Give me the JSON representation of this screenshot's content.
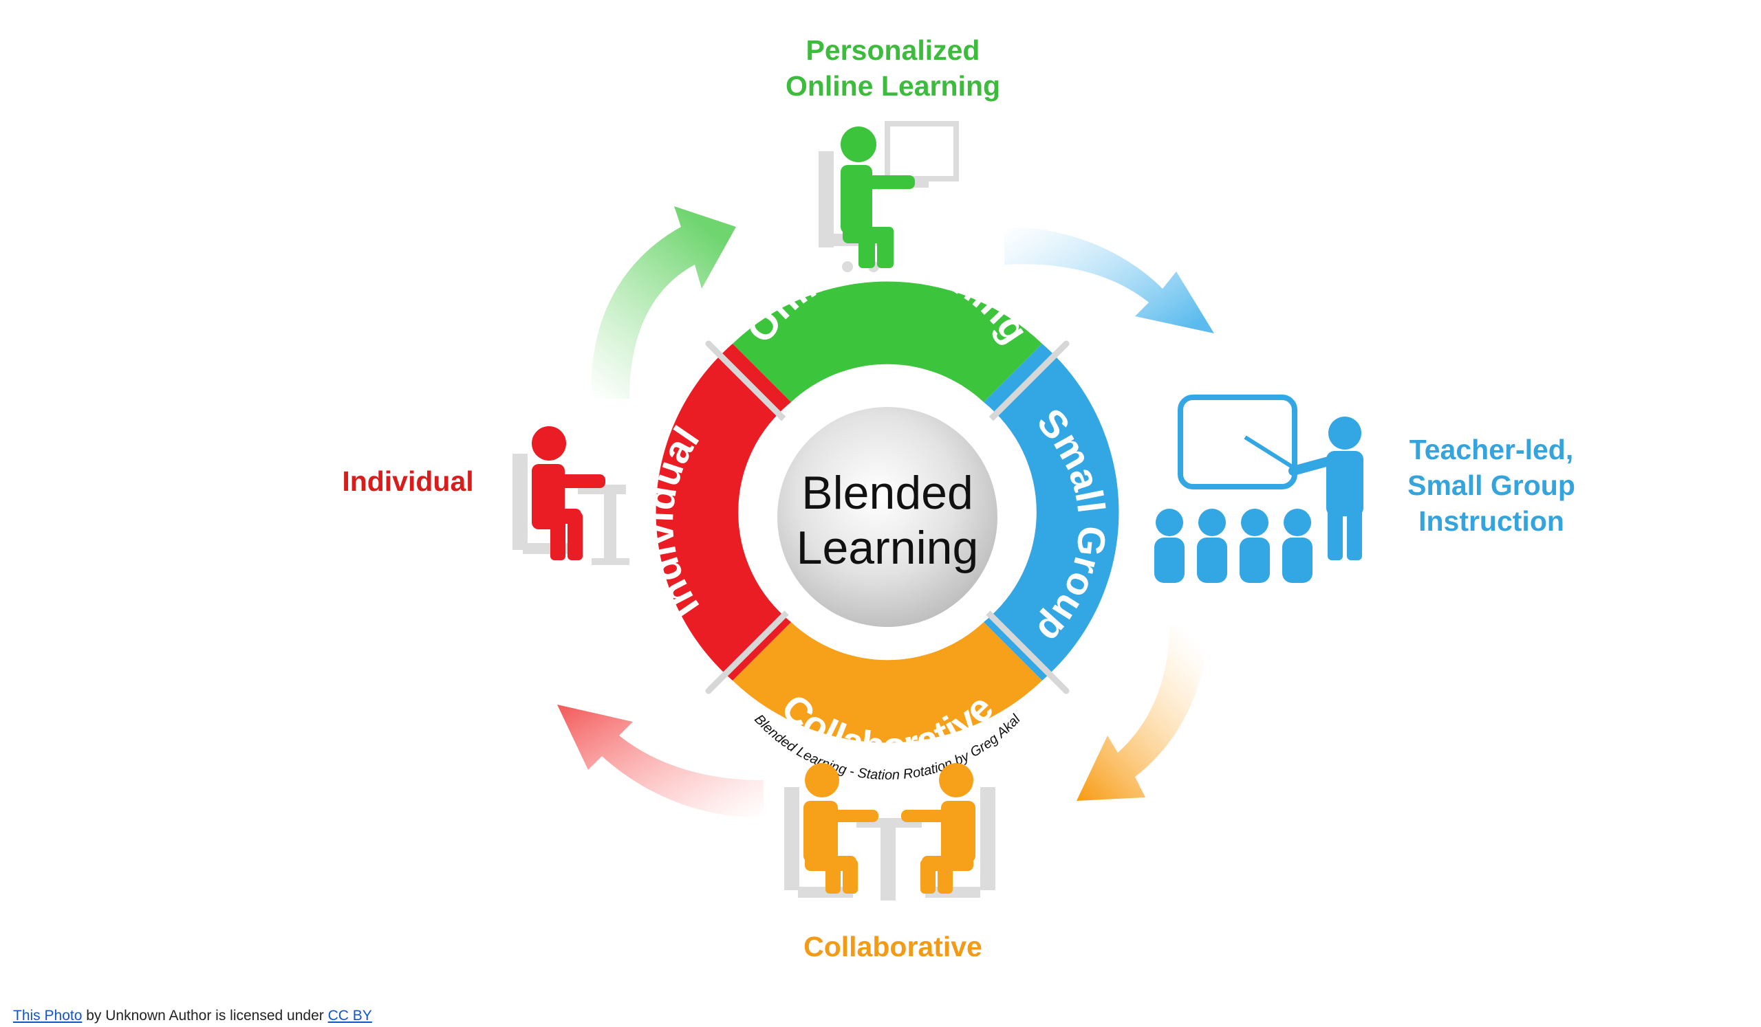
{
  "labels": {
    "personalized_line1": "Personalized",
    "personalized_line2": "Online Learning",
    "individual": "Individual",
    "teacher_line1": "Teacher-led,",
    "teacher_line2": "Small Group",
    "teacher_line3": "Instruction",
    "collaborative": "Collaborative"
  },
  "ring": {
    "online": "Online Learning",
    "small_group": "Small Group",
    "collaborative": "Collaborative",
    "individual": "Individual"
  },
  "center": {
    "line1": "Blended",
    "line2": "Learning"
  },
  "signature": "Blended Learning  - Station Rotation by Greg Akal",
  "credit": {
    "photo_link": "This Photo",
    "middle": " by Unknown Author is licensed under ",
    "license_link": "CC BY"
  },
  "colors": {
    "green": "#3cc43c",
    "blue": "#33a6e4",
    "orange": "#f7a11a",
    "red": "#ea1c24",
    "label_green": "#3dbb3d",
    "label_blue": "#35a3dc",
    "label_orange": "#f39a16",
    "label_red": "#d81d1d"
  },
  "icons": [
    "computer-learner-icon",
    "teacher-group-icon",
    "collaborative-pair-icon",
    "individual-desk-icon"
  ]
}
